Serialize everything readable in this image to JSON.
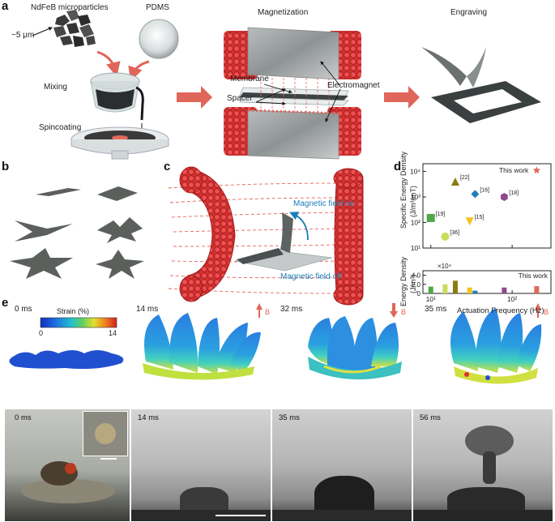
{
  "panels": {
    "a": "a",
    "b": "b",
    "c": "c",
    "d": "d",
    "e": "e"
  },
  "panel_a": {
    "ndfeb": "NdFeB microparticles",
    "pdms": "PDMS",
    "size": "~5 μm",
    "mixing": "Mixing",
    "spincoating": "Spincoating",
    "magnetization": "Magnetization",
    "membrane": "Membrane",
    "spacer": "Spacer",
    "electromagnet": "Electromagnet",
    "engraving": "Engraving"
  },
  "panel_c": {
    "field_on": "Magnetic field on",
    "field_off": "Magnetic field off"
  },
  "panel_e": {
    "strain_label": "Strain (%)",
    "strain_min": "0",
    "strain_max": "14",
    "sim_times": [
      "0 ms",
      "14 ms",
      "32 ms",
      "35 ms"
    ],
    "field_label": "B",
    "photo_times": [
      "0 ms",
      "14 ms",
      "35 ms",
      "56 ms"
    ]
  },
  "chart_data": {
    "type": "scatter",
    "xlabel": "Actuation Frequency (Hz)",
    "xscale": "log",
    "xlim": [
      8,
      300
    ],
    "x_ticks": [
      10,
      100
    ],
    "x_tick_labels": [
      "10¹",
      "10²"
    ],
    "top": {
      "ylabel_line1": "Specific Energy Density",
      "ylabel_line2": "(J/m³/mT)",
      "yscale": "log",
      "ylim": [
        10,
        20000
      ],
      "y_ticks": [
        10,
        100,
        1000,
        10000
      ],
      "y_tick_labels": [
        "10¹",
        "10²",
        "10³",
        "10⁴"
      ],
      "points": [
        {
          "label": "[22]",
          "x": 20,
          "y": 4000,
          "marker": "triangle-up",
          "color": "#8a7a12"
        },
        {
          "label": "[16]",
          "x": 35,
          "y": 1300,
          "marker": "diamond",
          "color": "#1e7fb8"
        },
        {
          "label": "[18]",
          "x": 80,
          "y": 1000,
          "marker": "hexagon",
          "color": "#8e4a8e"
        },
        {
          "label": "[19]",
          "x": 10,
          "y": 150,
          "marker": "square",
          "color": "#4fa84a"
        },
        {
          "label": "[15]",
          "x": 30,
          "y": 110,
          "marker": "triangle-down",
          "color": "#f2c21e"
        },
        {
          "label": "[36]",
          "x": 15,
          "y": 28,
          "marker": "circle",
          "color": "#c9dd5a"
        },
        {
          "label": "This work",
          "x": 200,
          "y": 11000,
          "marker": "star",
          "color": "#e06a5a"
        }
      ]
    },
    "bottom": {
      "ylabel_line1": "Energy Density",
      "ylabel_line2": "(J/m³)",
      "exponent_label": "×10⁴",
      "ylim": [
        0,
        5
      ],
      "y_ticks": [
        0,
        2,
        4
      ],
      "y_tick_labels": [
        "0",
        "2.0",
        "4.0"
      ],
      "bars": [
        {
          "x": 10,
          "y": 1.5,
          "color": "#4fa84a"
        },
        {
          "x": 15,
          "y": 2.0,
          "color": "#c9dd5a"
        },
        {
          "x": 20,
          "y": 2.8,
          "color": "#8a7a12"
        },
        {
          "x": 30,
          "y": 1.3,
          "color": "#f2c21e"
        },
        {
          "x": 35,
          "y": 0.6,
          "color": "#1e7fb8"
        },
        {
          "x": 80,
          "y": 1.3,
          "color": "#8e4a8e"
        },
        {
          "x": 200,
          "y": 1.6,
          "color": "#e06a5a"
        }
      ],
      "annotation": "This work"
    }
  },
  "colors": {
    "coil": "#e03a3a",
    "arrow": "#e0655a",
    "membrane": "#4a4f4f",
    "field_text": "#1a7fb5"
  }
}
